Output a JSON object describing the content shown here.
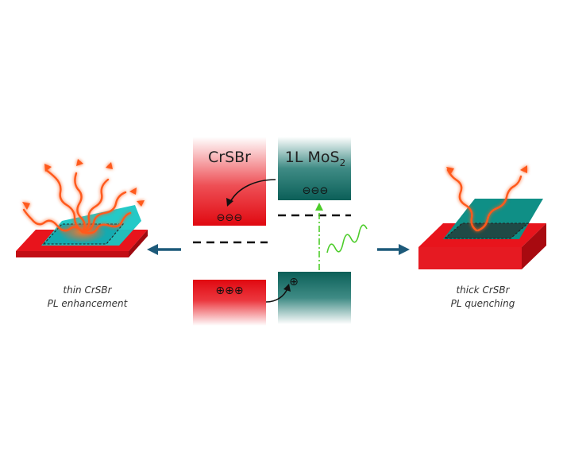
{
  "colors": {
    "crsbr_red": "#e8141c",
    "mos2_teal": "#0f6e66",
    "mos2_cyan": "#18c6c4",
    "glow_orange": "#ff5a1e",
    "arrow_blue": "#1d5a7a",
    "excitation_green": "#4ccc2a",
    "dashed_level": "#111111"
  },
  "band_diagram": {
    "crsbr_label": "CrSBr",
    "mos2_label_main": "1L MoS",
    "mos2_label_sub": "2",
    "crsbr_electrons": "⊖⊖⊖",
    "mos2_electrons": "⊖⊖⊖",
    "crsbr_holes": "⊕⊕⊕",
    "mos2_hole": "⊕"
  },
  "left_panel": {
    "caption_line1": "thin CrSBr",
    "caption_line2": "PL enhancement"
  },
  "right_panel": {
    "caption_line1": "thick CrSBr",
    "caption_line2": "PL quenching"
  }
}
